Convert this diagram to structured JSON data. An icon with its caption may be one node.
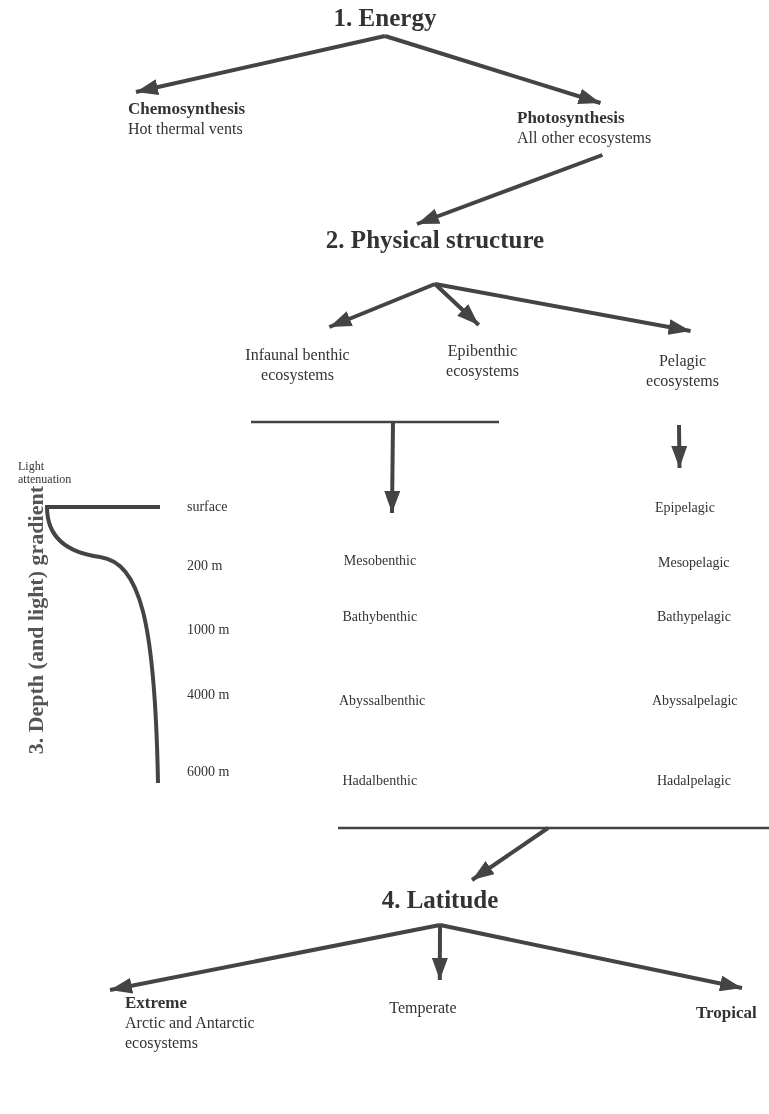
{
  "diagram": {
    "nodes": [
      {
        "text": [
          "1. Energy"
        ]
      },
      {
        "text": [
          "Chemosynthesis",
          "Hot thermal vents"
        ]
      },
      {
        "text": [
          "Photosynthesis",
          "All other ecosystems"
        ]
      },
      {
        "text": [
          "2. Physical structure"
        ]
      },
      {
        "text": [
          "Infaunal benthic ecosystems"
        ]
      },
      {
        "text": [
          "Epibenthic ecosystems"
        ]
      },
      {
        "text": [
          "Pelagic ecosystems"
        ]
      },
      {
        "text": [
          "Mesobenthic"
        ]
      },
      {
        "text": [
          "Epipelagic"
        ]
      },
      {
        "text": [
          "4. Latitude"
        ]
      },
      {
        "text": [
          "Extreme",
          "Arctic and Antarctic ecosystems"
        ]
      },
      {
        "text": [
          "Temperate"
        ]
      },
      {
        "text": [
          "Tropical"
        ]
      }
    ],
    "edges": [
      {
        "from": 0,
        "to": 1,
        "arrow": "to"
      },
      {
        "from": 0,
        "to": 2,
        "arrow": "to"
      },
      {
        "from": 2,
        "to": 3,
        "arrow": "to"
      },
      {
        "from": 3,
        "to": 4,
        "arrow": "to"
      },
      {
        "from": 3,
        "to": 5,
        "arrow": "to"
      },
      {
        "from": 3,
        "to": 6,
        "arrow": "to"
      },
      {
        "from": null,
        "to": 7,
        "arrow": "to"
      },
      {
        "from": null,
        "to": 8,
        "arrow": "to"
      },
      {
        "from": null,
        "to": 9,
        "arrow": "to"
      },
      {
        "from": 9,
        "to": 10,
        "arrow": "to"
      },
      {
        "from": 9,
        "to": 11,
        "arrow": "to"
      },
      {
        "from": 9,
        "to": 12,
        "arrow": "to"
      }
    ],
    "labels": [
      "Light attenuation",
      "3. Depth (and light) gradient",
      "surface",
      "200 m",
      "Mesopelagic",
      "1000 m",
      "Bathybenthic",
      "Bathypelagic",
      "4000 m",
      "Abyssalbenthic",
      "Abyssalpelagic",
      "6000 m",
      "Hadalbenthic",
      "Hadalpelagic"
    ]
  }
}
